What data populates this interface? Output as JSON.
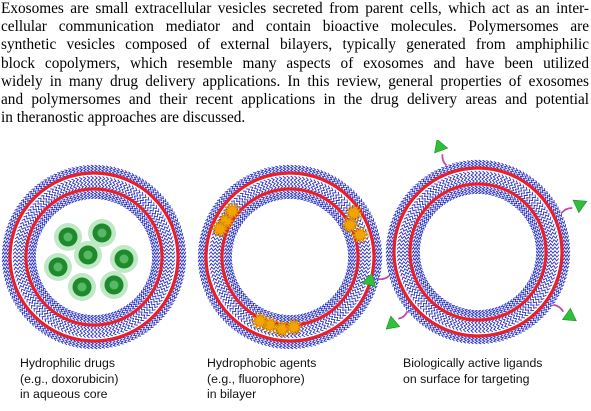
{
  "abstract_lines": [
    "Exosomes are small extracellular vesicles secreted from parent cells, which act as an inter-",
    "cellular communication mediator and contain bioactive molecules. Polymersomes are",
    "synthetic vesicles composed of external bilayers, typically generated from amphiphilic",
    "block copolymers, which resemble many aspects of exosomes and have been utilized",
    "widely in many drug delivery applications. In this review, general properties of exosomes",
    "and polymersomes and their recent applications in the drug delivery areas and potential",
    "in theranostic approaches are discussed."
  ],
  "panels": [
    {
      "caption": [
        "Hydrophilic drugs",
        "(e.g., doxorubicin)",
        "in aqueous core"
      ]
    },
    {
      "caption": [
        "Hydrophobic agents",
        "(e.g., fluorophore)",
        "in bilayer"
      ]
    },
    {
      "caption": [
        "Biologically active ligands",
        "on surface for targeting"
      ]
    }
  ],
  "colors": {
    "outer_ring": "#3a44c8",
    "membrane": "#e8202a",
    "tails": "#2b35c4",
    "drug": "#1e8a2c",
    "drug_halo": "#bfe8c5",
    "fluorophore": "#f2a500",
    "ligand": "#2fbf3a",
    "linker": "#c34aa6"
  },
  "icons": [
    "drug-particle",
    "fluorophore-starburst",
    "ligand-triangle"
  ]
}
